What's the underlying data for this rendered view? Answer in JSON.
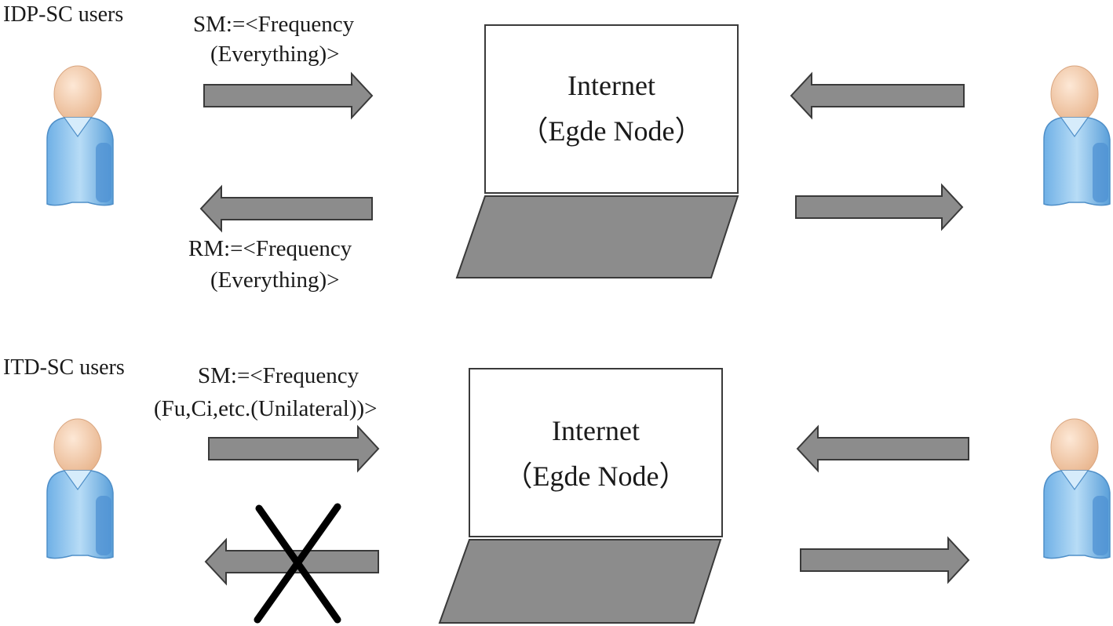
{
  "panels": [
    {
      "user_group_label": "IDP-SC users",
      "send_label_line1": "SM:=<Frequency",
      "send_label_line2": "(Everything)>",
      "receive_label_line1": "RM:=<Frequency",
      "receive_label_line2": "(Everything)>",
      "node_title": "Internet",
      "node_subtitle": "（Egde Node）",
      "return_blocked": false
    },
    {
      "user_group_label": "ITD-SC users",
      "send_label_line1": "SM:=<Frequency",
      "send_label_line2": "(Fu,Ci,etc.(Unilateral))>",
      "receive_label_line1": "",
      "receive_label_line2": "",
      "node_title": "Internet",
      "node_subtitle": "（Egde Node）",
      "return_blocked": true
    }
  ],
  "colors": {
    "arrow_fill": "#8c8c8c",
    "arrow_stroke": "#3a3a3a",
    "laptop_base_fill": "#8c8c8c",
    "screen_fill": "#ffffff",
    "person_shirt": "#8fc3ec",
    "person_skin": "#f3cfae",
    "cross": "#000000"
  },
  "icons": [
    "user-person-icon",
    "laptop-icon",
    "arrow-right-icon",
    "arrow-left-icon",
    "cross-icon"
  ]
}
